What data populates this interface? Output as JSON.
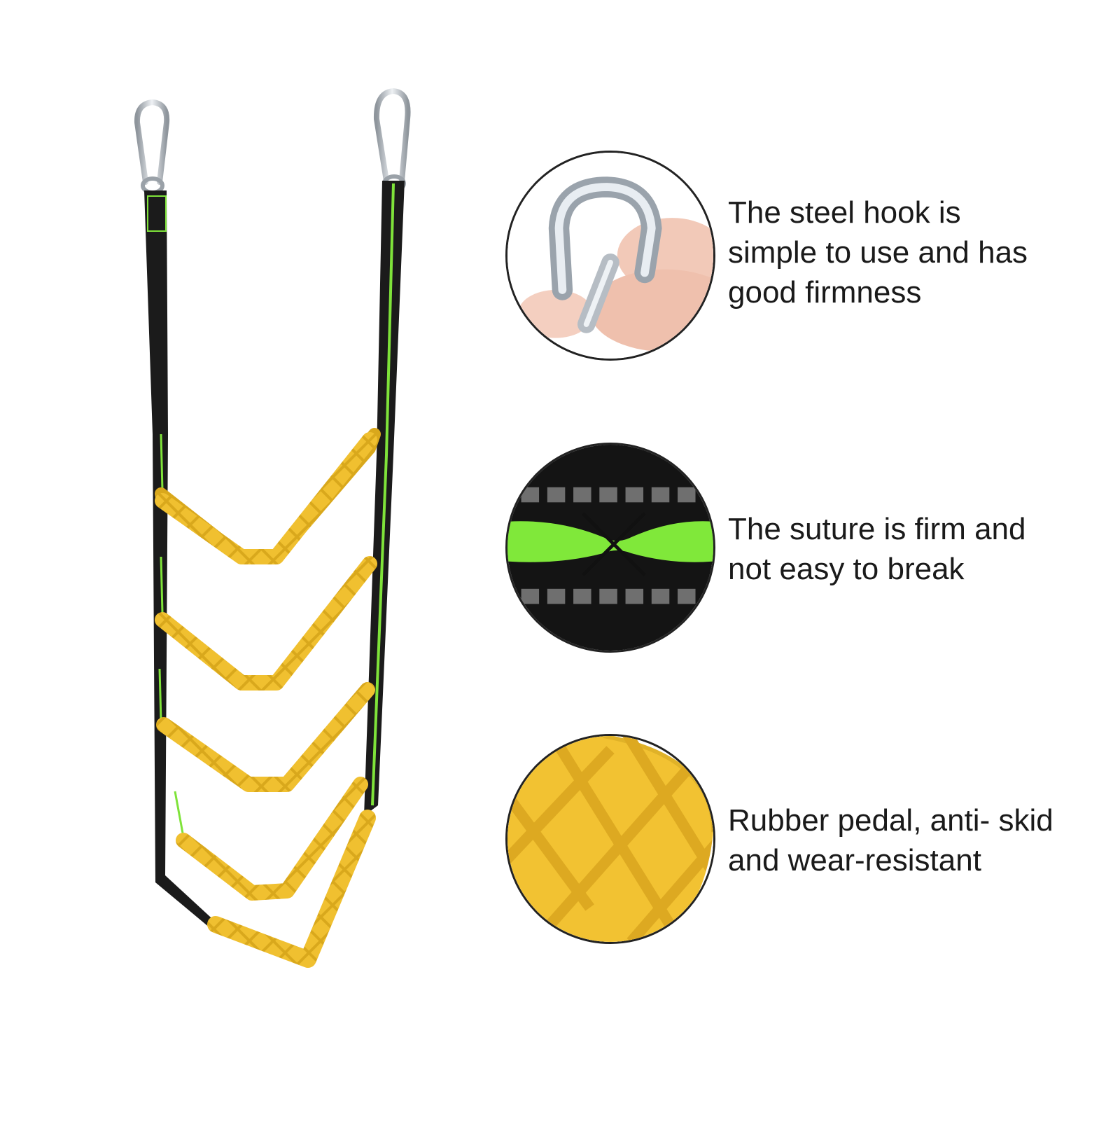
{
  "features": [
    {
      "icon": "carabiner-hook-closeup",
      "text": "The steel hook is\nsimple to use and has\ngood firmness"
    },
    {
      "icon": "webbing-stitching-closeup",
      "text": "The suture is firm and\nnot easy to break"
    },
    {
      "icon": "rubber-pedal-closeup",
      "text": "Rubber pedal, anti- skid\nand wear-resistant"
    }
  ],
  "colors": {
    "webbing": "#1b1b1b",
    "stripe": "#7fe33a",
    "pedal": "#f0c030",
    "pedal_pattern": "#d9a81c",
    "metal": "#c9ced4"
  }
}
